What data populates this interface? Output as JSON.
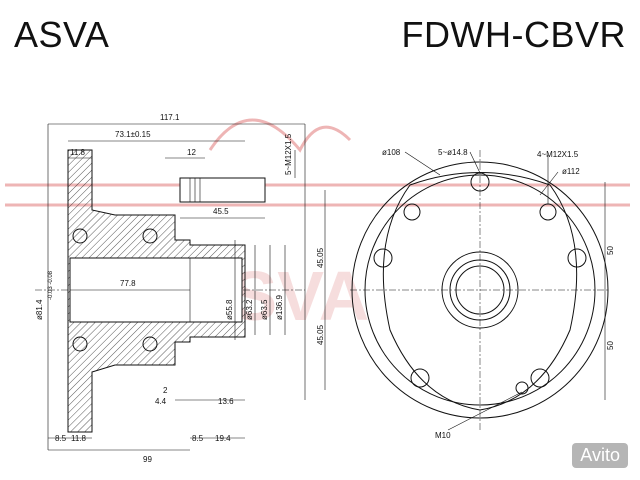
{
  "header": {
    "brand": "ASVA",
    "part_number": "FDWH-CBVR"
  },
  "watermark": {
    "text": "ASVA",
    "site": "Avito"
  },
  "colors": {
    "line": "#111111",
    "watermark": "#e07878"
  },
  "side_view": {
    "dims": {
      "overall": "117.1",
      "flange_to_end": "73.1±0.15",
      "flange_thk": "11.8",
      "stud_len": "12",
      "stud_thread": "5~M12X1.5",
      "stud_proj": "45.5",
      "bore_len": "77.8",
      "bore_dia": "ø81.4",
      "bore_tol": "-0.03 -0.08",
      "d1": "ø55.8",
      "d2": "ø63.2",
      "d3": "ø63.5",
      "d4": "ø136.9",
      "h_upper": "45.05",
      "h_lower": "45.05",
      "a": "2",
      "b": "4.4",
      "c": "13.6",
      "d": "8.5",
      "e": "11.8",
      "f": "8.5",
      "g": "19.4",
      "overall_bottom": "99"
    }
  },
  "front_view": {
    "dims": {
      "pcd": "ø108",
      "holes": "5~ø14.8",
      "threads": "4~M12X1.5",
      "bolt_circle": "ø112",
      "v_upper": "50",
      "v_lower": "50",
      "bottom_thread": "M10"
    }
  }
}
